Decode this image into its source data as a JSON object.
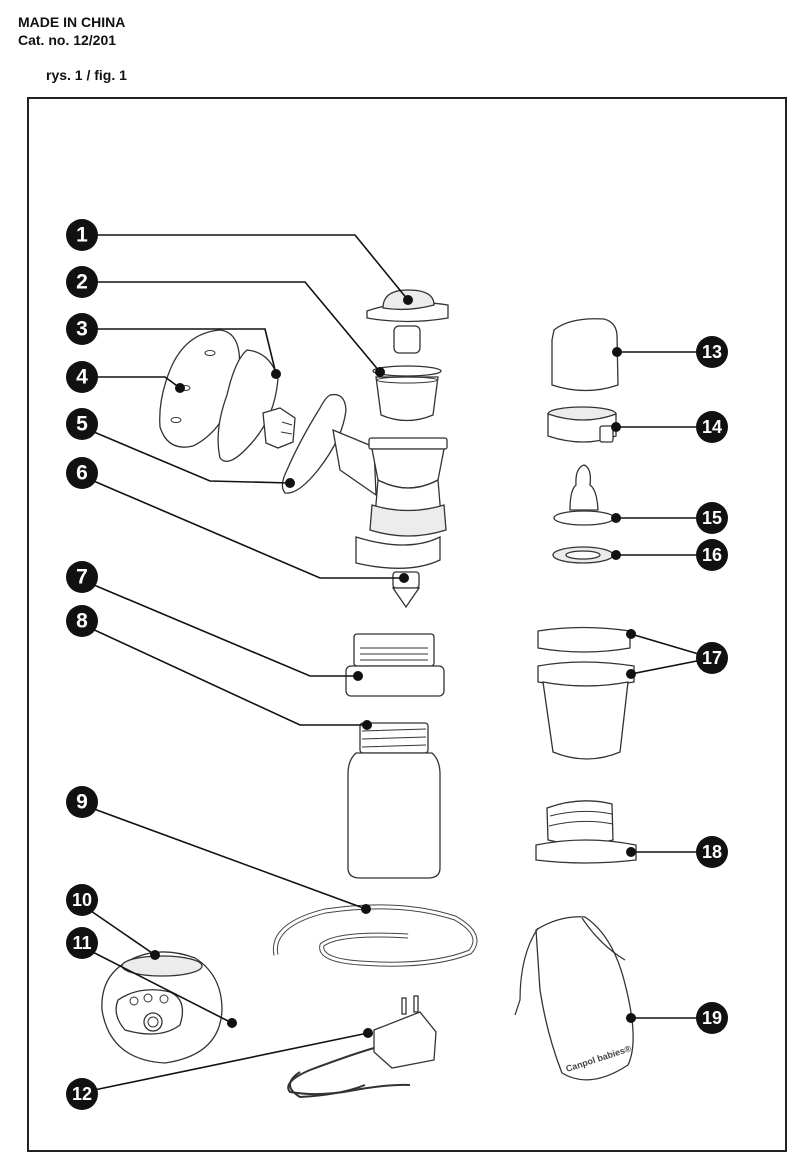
{
  "header": {
    "line1": "MADE IN CHINA",
    "line2": "Cat. no. 12/201",
    "figure_label": "rys. 1 / fig. 1"
  },
  "callouts": [
    "1",
    "2",
    "3",
    "4",
    "5",
    "6",
    "7",
    "8",
    "9",
    "10",
    "11",
    "12",
    "13",
    "14",
    "15",
    "16",
    "17",
    "18",
    "19"
  ],
  "bag_brand": "Canpol babies®"
}
